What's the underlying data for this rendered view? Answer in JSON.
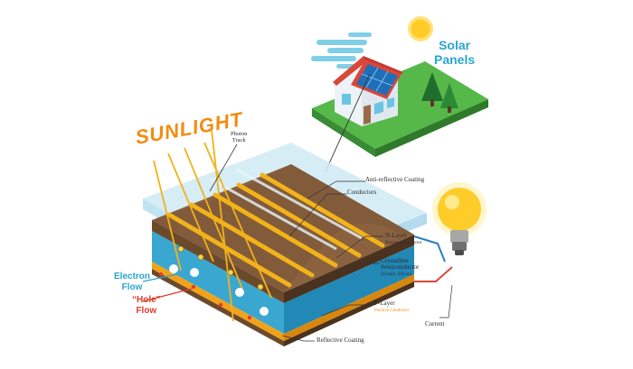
{
  "title": {
    "line1": "Solar",
    "line2": "Panels"
  },
  "sunlight": "SUNLIGHT",
  "photon_track": {
    "line1": "Photon",
    "line2": "Track"
  },
  "labels": {
    "anti_reflective": "Anti-reflective Coating",
    "conductors": "Conductors",
    "n_layer": "N-Layer",
    "n_layer_sub": "Negative Conductor",
    "crystalline_l1": "Crystalline",
    "crystalline_l2": "Semiconductor",
    "crystalline_sub": "(Usually Silicon)",
    "p_layer": "P-Layer",
    "p_layer_sub": "Positive Conductor",
    "reflective": "Reflective Coating",
    "current": "Current"
  },
  "electron_flow": {
    "line1": "Electron",
    "line2": "Flow"
  },
  "hole_flow": {
    "line1": "“Hole”",
    "line2": "Flow"
  },
  "colors": {
    "accent_blue": "#2aa6cf",
    "accent_red": "#e23a2e",
    "sun_orange": "#f28c10",
    "grass_green": "#3fa63a",
    "panel_blue": "#1f6fb8",
    "conductor_yellow": "#f2b21a"
  },
  "icons": [
    "sun-icon",
    "cloud-icon",
    "house-icon",
    "tree-icon",
    "light-bulb-icon",
    "solar-cell-icon"
  ]
}
